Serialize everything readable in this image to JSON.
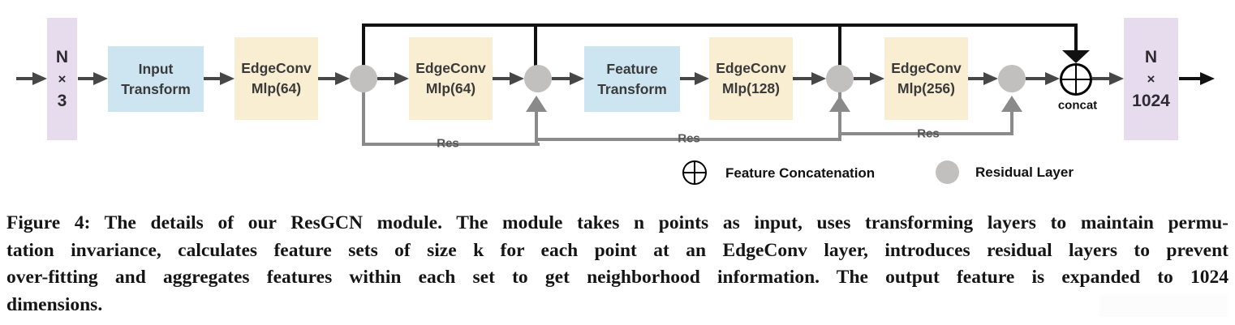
{
  "figure": {
    "nodes": {
      "input_dims": {
        "lines": [
          "N",
          "×",
          "3"
        ]
      },
      "input_transform": {
        "lines": [
          "Input",
          "Transform"
        ]
      },
      "edgeconv1": {
        "lines": [
          "EdgeConv",
          "Mlp(64)"
        ]
      },
      "edgeconv2": {
        "lines": [
          "EdgeConv",
          "Mlp(64)"
        ]
      },
      "feature_transform": {
        "lines": [
          "Feature",
          "Transform"
        ]
      },
      "edgeconv3": {
        "lines": [
          "EdgeConv",
          "Mlp(128)"
        ]
      },
      "edgeconv4": {
        "lines": [
          "EdgeConv",
          "Mlp(256)"
        ]
      },
      "output_dims": {
        "lines": [
          "N",
          "×",
          "1024"
        ]
      }
    },
    "labels": {
      "concat": "concat",
      "res1": "Res",
      "res2": "Res",
      "res3": "Res"
    },
    "legend": {
      "concat_label": "Feature Concatenation",
      "residual_label": "Residual Layer"
    },
    "colors": {
      "dimension_box": "#e6dcee",
      "transform_box": "#cde5f1",
      "edgeconv_box": "#faeed2",
      "residual_circle": "#c1c0bf",
      "flow_arrow": "#474747",
      "skip_rail": "#111111",
      "res_line": "#8a8a8a"
    }
  },
  "caption": {
    "lines": [
      "Figure 4: The details of our ResGCN module. The module takes n points as input, uses transforming layers to maintain permu-",
      "tation invariance, calculates feature sets of size k for each point at an EdgeConv layer, introduces residual layers to prevent",
      "over-fitting and aggregates features within each set to get neighborhood information. The output feature is expanded to 1024",
      "dimensions."
    ]
  }
}
